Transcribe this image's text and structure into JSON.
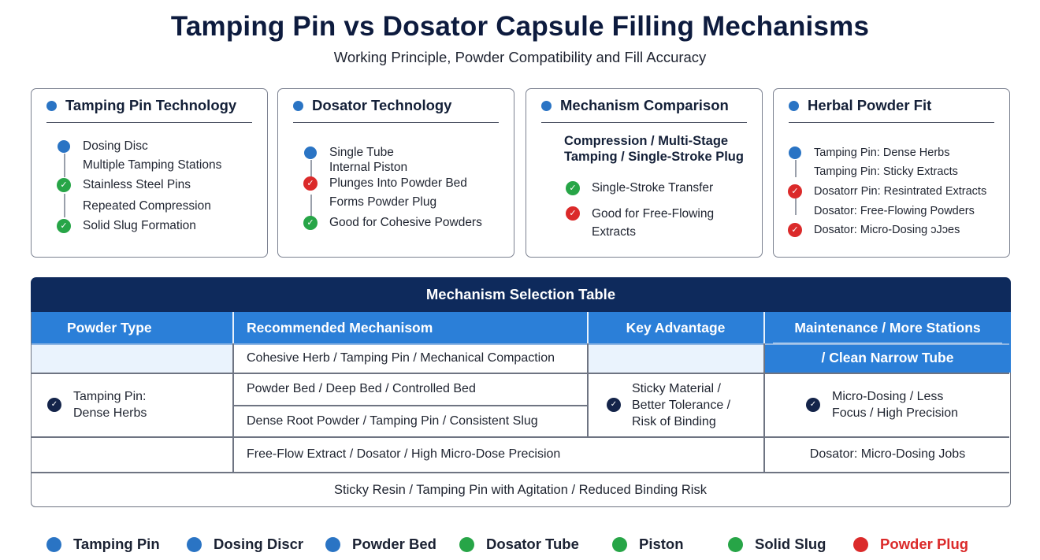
{
  "title": "Tamping Pin vs Dosator Capsule Filling Mechanisms",
  "subtitle": "Working Principle, Powder Compatibility and Fill Accuracy",
  "colors": {
    "navy": "#0e2a5c",
    "header_blue": "#2b7fd8",
    "blue": "#2a74c4",
    "green": "#27a547",
    "red": "#db2a2a"
  },
  "cards": [
    {
      "title": "Tamping Pin Technology",
      "items": [
        {
          "icon": "blue-dot",
          "label": "Dosing Disc"
        },
        {
          "icon": "none",
          "label": "Multiple Tamping Stations"
        },
        {
          "icon": "green-check",
          "label": "Stainless Steel Pins"
        },
        {
          "icon": "none",
          "label": "Repeated Compression"
        },
        {
          "icon": "green-check",
          "label": "Solid Slug Formation"
        }
      ]
    },
    {
      "title": "Dosator Technology",
      "items": [
        {
          "icon": "blue-dot",
          "label": "Single Tube"
        },
        {
          "icon": "none",
          "label": "Internal Piston"
        },
        {
          "icon": "red-check",
          "label": "Plunges Into Powder Bed"
        },
        {
          "icon": "none",
          "label": "Forms Powder Plug"
        },
        {
          "icon": "green-check",
          "label": "Good for Cohesive Powders"
        }
      ]
    },
    {
      "title": "Mechanism Comparison",
      "heading_line1": "Compression / Multi-Stage",
      "heading_line2": "Tamping / Single-Stroke Plug",
      "items": [
        {
          "icon": "green-check",
          "label": "Single-Stroke Transfer"
        },
        {
          "icon": "red-check",
          "label": "Good for Free-Flowing",
          "label2": "Extracts"
        }
      ]
    },
    {
      "title": "Herbal Powder Fit",
      "items": [
        {
          "icon": "blue-dot",
          "label": "Tamping Pin: Dense Herbs"
        },
        {
          "icon": "none",
          "label": "Tamping Pin: Sticky Extracts"
        },
        {
          "icon": "red-check",
          "label": "Dosatorr Pin: Resintrated Extracts"
        },
        {
          "icon": "none",
          "label": "Dosator: Free-Flowing Powders"
        },
        {
          "icon": "red-check",
          "label": "Dosator: Micro-Dosing ɔJɔes"
        }
      ]
    }
  ],
  "table": {
    "title": "Mechanism Selection Table",
    "headers": [
      "Powder Type",
      "Recommended Mechanisom",
      "Key Advantage",
      "Maintenance / More Stations",
      "/ Clean Narrow Tube"
    ],
    "row1_mech": "Cohesive Herb / Tamping Pin / Mechanical Compaction",
    "row2_type_line1": "Tamping Pin:",
    "row2_type_line2": "Dense Herbs",
    "row2_mech_a": "Powder Bed / Deep Bed / Controlled Bed",
    "row2_mech_b": "Dense Root Powder / Tamping Pin / Consistent Slug",
    "row2_adv_line1": "Sticky Material /",
    "row2_adv_line2": "Better Tolerance /",
    "row2_adv_line3": "Risk of Binding",
    "row2_maint_line1": "Micro-Dosing / Less",
    "row2_maint_line2": "Focus / High Precision",
    "row3_mech": "Free-Flow Extract / Dosator / High Micro-Dose Precision",
    "row3_maint": "Dosator: Micro-Dosing Jobs",
    "row4": "Sticky Resin / Tamping Pin with Agitation / Reduced Binding Risk"
  },
  "legend": [
    {
      "label": "Tamping Pin",
      "color": "#2a74c4"
    },
    {
      "label": "Dosing Discr",
      "color": "#2a74c4"
    },
    {
      "label": "Powder Bed",
      "color": "#2a74c4"
    },
    {
      "label": "Dosator Tube",
      "color": "#27a547"
    },
    {
      "label": "Piston",
      "color": "#27a547"
    },
    {
      "label": "Solid Slug",
      "color": "#27a547"
    },
    {
      "label": "Powder Plug",
      "color": "#db2a2a"
    }
  ]
}
